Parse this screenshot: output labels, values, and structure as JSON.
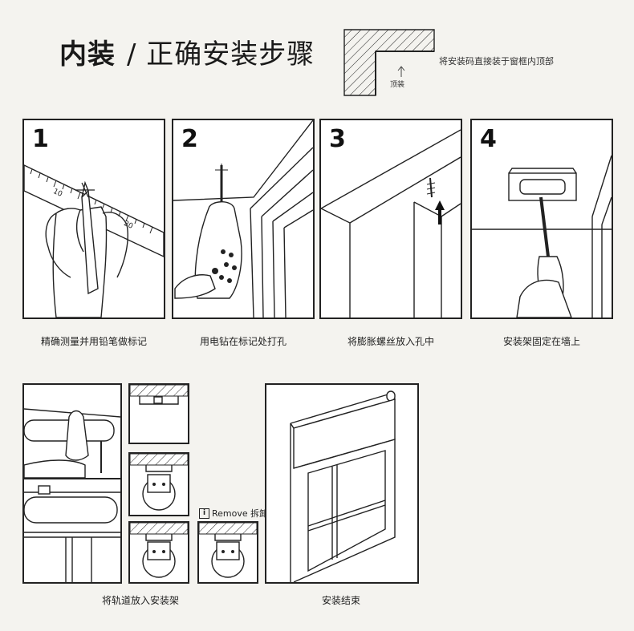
{
  "header": {
    "title_bold": "内装",
    "title_rest": "/ 正确安装步骤",
    "frame_note": "将安装码直接装于窗框内顶部",
    "frame_top_label": "顶装"
  },
  "steps": [
    {
      "number": "1",
      "caption": "精确测量并用铅笔做标记",
      "ruler_ticks": [
        "10",
        "20"
      ]
    },
    {
      "number": "2",
      "caption": "用电钻在标记处打孔"
    },
    {
      "number": "3",
      "caption": "将膨胀螺丝放入孔中"
    },
    {
      "number": "4",
      "caption": "安装架固定在墙上"
    }
  ],
  "bottom": {
    "left_caption": "将轨道放入安装架",
    "remove_icon_letter": "i",
    "remove_label": "Remove 拆卸",
    "right_caption": "安装结束"
  }
}
